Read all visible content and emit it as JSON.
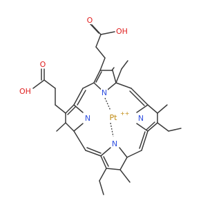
{
  "molecule": {
    "atoms": {
      "n_top": "N",
      "n_left": "N",
      "n_right": "N",
      "n_bottom": "N",
      "metal": "Pt",
      "metal_charge": "++",
      "acid1_o_double": "O",
      "acid1_oh": "OH",
      "acid2_o_double": "O",
      "acid2_oh": "OH"
    },
    "colors": {
      "bond": "#3a3a3a",
      "nitrogen": "#2f4fe0",
      "oxygen": "#e02020",
      "platinum": "#c08a10"
    }
  }
}
